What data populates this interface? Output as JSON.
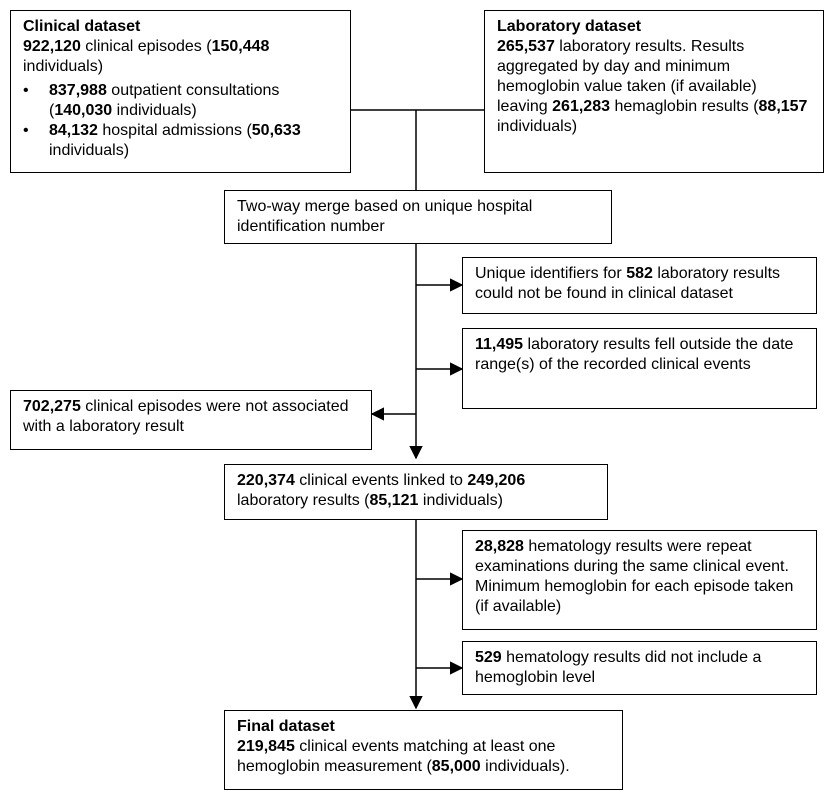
{
  "clinical": {
    "title": "Clinical dataset",
    "main": [
      {
        "b": "922,120"
      },
      {
        "t": " clinical episodes ("
      },
      {
        "b": "150,448"
      },
      {
        "t": " individuals)"
      }
    ],
    "items": [
      [
        {
          "b": "837,988"
        },
        {
          "t": " outpatient consultations ("
        },
        {
          "b": "140,030"
        },
        {
          "t": " individuals)"
        }
      ],
      [
        {
          "b": "84,132"
        },
        {
          "t": " hospital admissions ("
        },
        {
          "b": "50,633"
        },
        {
          "t": " individuals)"
        }
      ]
    ]
  },
  "laboratory": {
    "title": "Laboratory dataset",
    "main": [
      {
        "b": "265,537"
      },
      {
        "t": " laboratory results. Results aggregated by day and minimum hemoglobin value taken (if available) leaving "
      },
      {
        "b": "261,283"
      },
      {
        "t": " hemaglobin results ("
      },
      {
        "b": "88,157"
      },
      {
        "t": " individuals)"
      }
    ]
  },
  "merge": [
    {
      "t": "Two-way merge based on unique hospital identification number"
    }
  ],
  "excl_identifiers": [
    {
      "t": "Unique identifiers for "
    },
    {
      "b": "582"
    },
    {
      "t": " laboratory results could not be found in clinical dataset"
    }
  ],
  "excl_date_range": [
    {
      "b": "11,495"
    },
    {
      "t": " laboratory results fell outside the date range(s) of the recorded clinical events"
    }
  ],
  "excl_not_associated": [
    {
      "b": "702,275"
    },
    {
      "t": " clinical episodes were not associated with a laboratory result"
    }
  ],
  "linked": [
    {
      "b": "220,374"
    },
    {
      "t": " clinical events linked to "
    },
    {
      "b": "249,206"
    },
    {
      "t": " laboratory results ("
    },
    {
      "b": "85,121"
    },
    {
      "t": " individuals)"
    }
  ],
  "excl_repeat": [
    {
      "b": "28,828"
    },
    {
      "t": " hematology results were repeat examinations during the same clinical event. Minimum hemoglobin for each episode taken (if available)"
    }
  ],
  "excl_no_hb": [
    {
      "b": "529"
    },
    {
      "t": " hematology results did not include a hemoglobin level"
    }
  ],
  "final": {
    "title": "Final dataset",
    "main": [
      {
        "b": "219,845"
      },
      {
        "t": " clinical events matching at least one hemoglobin measurement ("
      },
      {
        "b": "85,000"
      },
      {
        "t": " individuals)."
      }
    ]
  }
}
